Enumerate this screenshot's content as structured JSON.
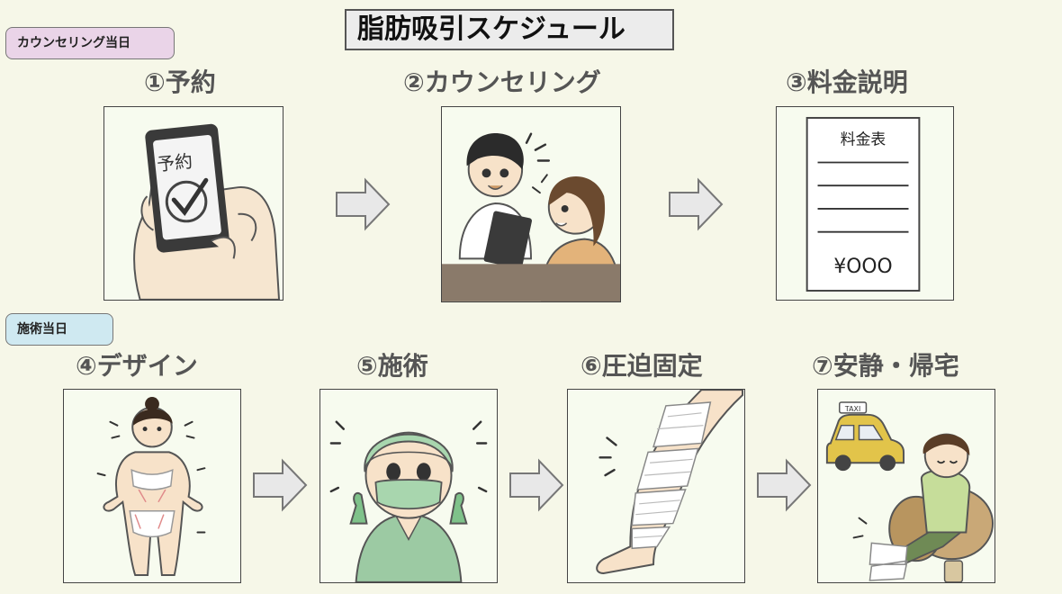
{
  "title": "脂肪吸引スケジュール",
  "sections": [
    {
      "label": "カウンセリング当日"
    },
    {
      "label": "施術当日"
    }
  ],
  "steps": [
    {
      "label": "①予約",
      "screen_text": "予約"
    },
    {
      "label": "②カウンセリング"
    },
    {
      "label": "③料金説明",
      "sheet_title": "料金表",
      "sheet_price": "¥OOO"
    },
    {
      "label": "④デザイン"
    },
    {
      "label": "⑤施術"
    },
    {
      "label": "⑥圧迫固定"
    },
    {
      "label": "⑦安静・帰宅",
      "taxi_text": "TAXI"
    }
  ],
  "colors": {
    "background": "#f6f7e8",
    "tag_counseling": "#ead4e8",
    "tag_surgery": "#cfe9f1",
    "arrow": "#e8e8e8"
  }
}
